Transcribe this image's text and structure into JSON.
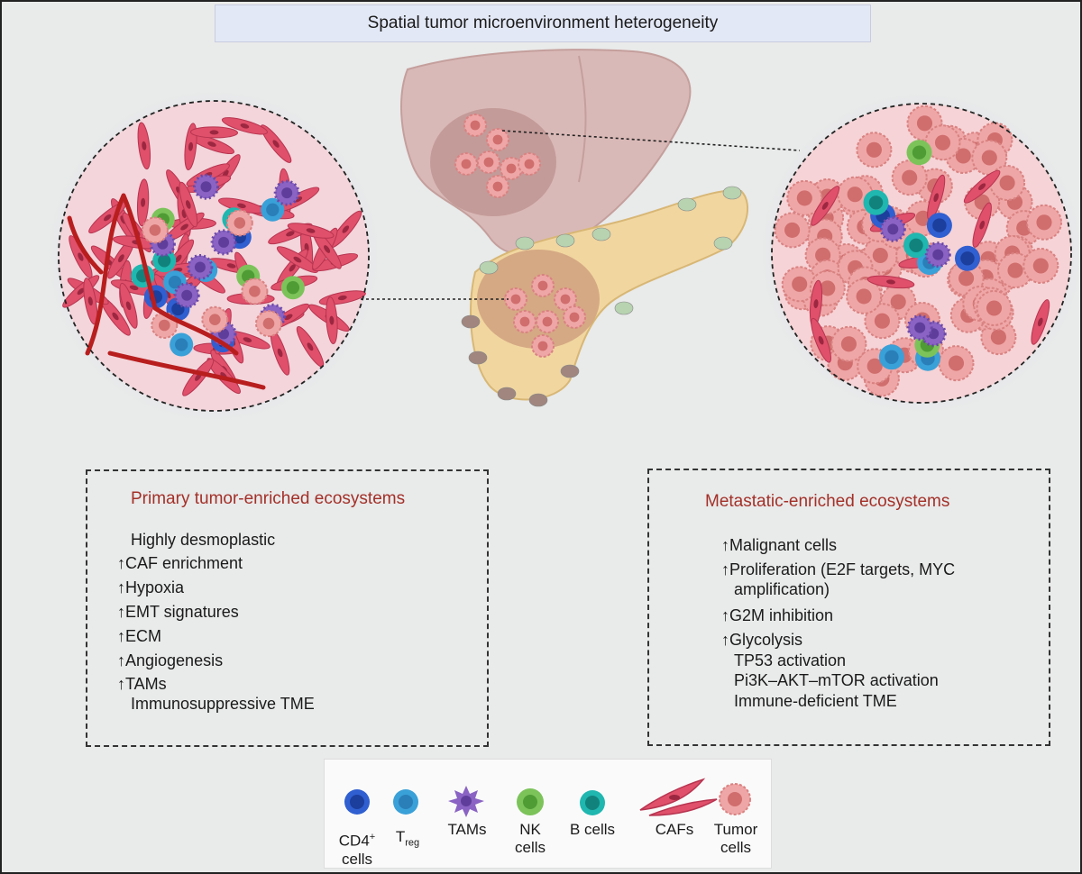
{
  "title": "Spatial tumor microenvironment heterogeneity",
  "primary": {
    "heading": "Primary tumor-enriched ecosystems",
    "lines": [
      "Highly desmoplastic",
      "↑CAF enrichment",
      "↑Hypoxia",
      "↑EMT signatures",
      "↑ECM",
      "↑Angiogenesis",
      "↑TAMs",
      "Immunosuppressive TME"
    ]
  },
  "metastatic": {
    "heading": "Metastatic-enriched ecosystems",
    "lines": [
      "↑Malignant cells",
      "↑Proliferation (E2F targets,  MYC",
      "amplification)",
      "↑G2M inhibition",
      "↑Glycolysis",
      "TP53 activation",
      "Pi3K–AKT–mTOR activation",
      "Immune-deficient TME"
    ]
  },
  "legend": {
    "cd4_main": "CD4",
    "cd4_sup": "+",
    "cd4_line2": "cells",
    "treg_main": "T",
    "treg_sub": "reg",
    "tams": "TAMs",
    "nk_line1": "NK",
    "nk_line2": "cells",
    "bcells": "B cells",
    "cafs": "CAFs",
    "tumor_line1": "Tumor",
    "tumor_line2": "cells"
  },
  "colors": {
    "heading_red": "#a33028",
    "caf": "#e0506a",
    "tumor": "#efa6a6",
    "cd4": "#2f5fd0",
    "treg": "#3aa0d8",
    "tam": "#8a63c4",
    "nk": "#7cc35a",
    "bcell": "#1fb7b0",
    "vessel": "#b81e1e"
  }
}
